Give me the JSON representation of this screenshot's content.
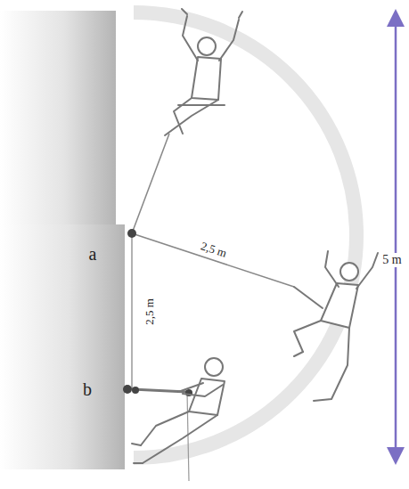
{
  "diagram": {
    "labels": [
      "a",
      "2,5 m",
      "5 m",
      "2,5 m",
      "b"
    ]
  }
}
